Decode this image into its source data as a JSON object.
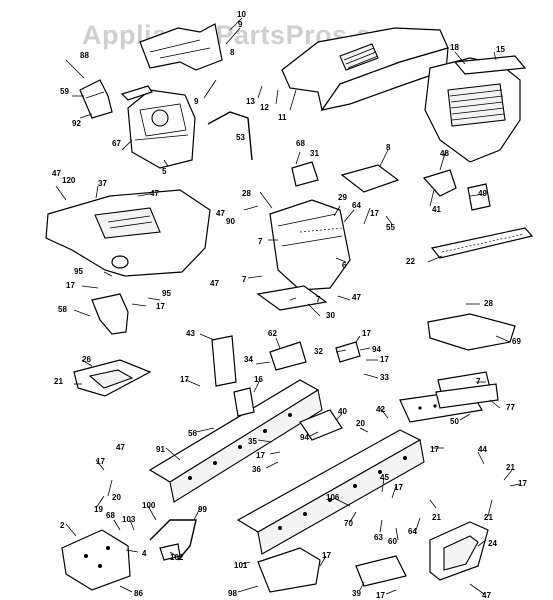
{
  "watermark": "AppliancePartsPros.com",
  "callouts": {
    "c10": "10",
    "c9a": "9",
    "c8a": "8",
    "c88": "88",
    "c59": "59",
    "c92": "92",
    "c67": "67",
    "c5": "5",
    "c9b": "9",
    "c13": "13",
    "c12": "12",
    "c11": "11",
    "c53": "53",
    "c18": "18",
    "c15": "15",
    "c47a": "47",
    "c120": "120",
    "c37": "37",
    "c47b": "47",
    "c68": "68",
    "c31": "31",
    "c8b": "8",
    "c48": "48",
    "c28a": "28",
    "c29": "29",
    "c64": "64",
    "c17a": "17",
    "c49": "49",
    "c41": "41",
    "c47c": "47",
    "c90": "90",
    "c55": "55",
    "c7a": "7",
    "c6": "6",
    "c22": "22",
    "c95a": "95",
    "c17b": "17",
    "c47d": "47",
    "c95b": "95",
    "c17c": "17",
    "c58": "58",
    "c7b": "7",
    "c7c": "7",
    "c47e": "47",
    "c30": "30",
    "c28b": "28",
    "c69": "69",
    "c43": "43",
    "c62": "62",
    "c17d": "17",
    "c32": "32",
    "c94a": "94",
    "c34": "34",
    "c17e": "17",
    "c33": "33",
    "c21a": "21",
    "c26": "26",
    "c16": "16",
    "c17f": "17",
    "c7d": "7",
    "c77": "77",
    "c56": "56",
    "c91": "91",
    "c42": "42",
    "c50": "50",
    "c40": "40",
    "c17g": "17",
    "c47f": "47",
    "c94b": "94",
    "c20a": "20",
    "c35": "35",
    "c17h": "17",
    "c36": "36",
    "c17i": "17",
    "c44": "44",
    "c21b": "21",
    "c17j": "17",
    "c20b": "20",
    "c19": "19",
    "c100": "100",
    "c99": "99",
    "c68b": "68",
    "c103": "103",
    "c2": "2",
    "c4": "4",
    "c102": "102",
    "c106": "106",
    "c45": "45",
    "c17k": "17",
    "c70": "70",
    "c63": "63",
    "c60": "60",
    "c64b": "64",
    "c21c": "21",
    "c21d": "21",
    "c24": "24",
    "c101": "101",
    "c98": "98",
    "c17l": "17",
    "c39": "39",
    "c17m": "17",
    "c86": "86",
    "c47g": "47"
  }
}
